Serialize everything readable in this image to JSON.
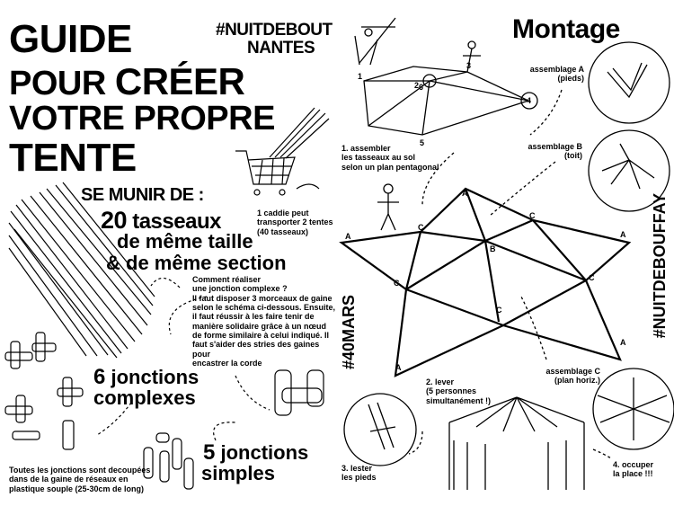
{
  "left": {
    "title": {
      "line1": "GUIDE",
      "line2a": "POUR",
      "line2b": "CRÉER",
      "line3": "VOTRE PROPRE",
      "line4": "TENTE"
    },
    "hashtag_top": "#NUITDEBOUT",
    "hashtag_city": "NANTES",
    "se_munir": "SE MUNIR DE :",
    "tasseaux": {
      "count": "20",
      "line1": "tasseaux",
      "line2": "de même taille",
      "line3": "& de même section"
    },
    "caddie_note": [
      "1 caddie peut",
      "transporter 2 tentes",
      "(40 tasseaux)"
    ],
    "jonction_title_a": "Comment",
    "jonction_title_b": "réaliser",
    "jonction_title_c": "une",
    "jonction_title_d": "jonction",
    "jonction_title_e": "complexe ?",
    "jonction_text": [
      "Il faut disposer 3 morceaux de gaine",
      "selon le schéma ci-dessous. Ensuite,",
      "il faut réussir à les faire tenir de",
      "manière solidaire grâce à un nœud",
      "de forme similaire à celui indiqué. Il",
      "faut s'aider des stries des gaines pour",
      "encastrer la corde"
    ],
    "complexes": {
      "count": "6",
      "line1": "jonctions",
      "line2": "complexes"
    },
    "simples": {
      "count": "5",
      "line1": "jonctions",
      "line2": "simples"
    },
    "footer": [
      "Toutes les jonctions sont decoupées",
      "dans de la gaine de réseaux en",
      "plastique souple (25-30cm de long)"
    ]
  },
  "right": {
    "title": "Montage",
    "assemblage_a": [
      "assemblage A",
      "(pieds)"
    ],
    "assemblage_b": [
      "assemblage B",
      "(toit)"
    ],
    "assemblage_c": [
      "assemblage C",
      "(plan horiz.)"
    ],
    "step1": [
      "1. assembler",
      "les tasseaux au sol",
      "selon un plan pentagonal"
    ],
    "step2": [
      "2. lever",
      "(5 personnes",
      "simultanément !)"
    ],
    "step3": [
      "3. lester",
      "les pieds"
    ],
    "step4": [
      "4. occuper",
      "la place !!!"
    ],
    "side_left": "#40MARS",
    "side_right_a": "#NUITDEBOUFFAY",
    "plan_numbers": [
      "1",
      "2",
      "3",
      "4",
      "5",
      "6"
    ],
    "star_labels": {
      "a": "A",
      "b": "B",
      "c": "C"
    }
  }
}
